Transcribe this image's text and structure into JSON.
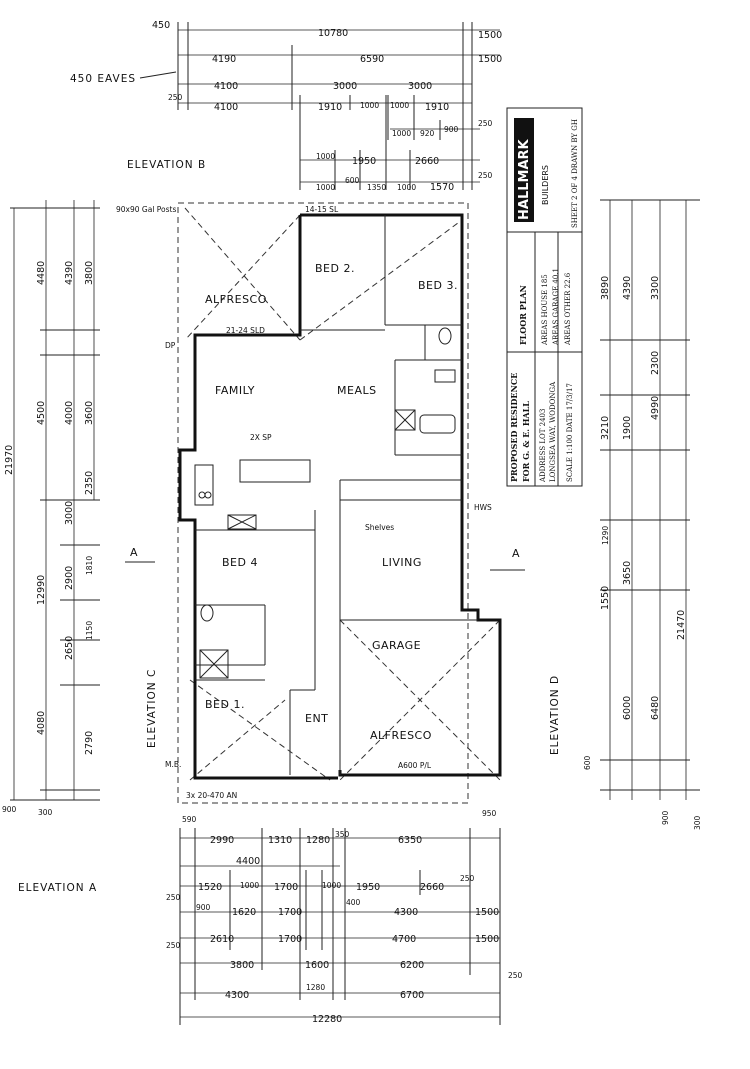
{
  "rooms": {
    "alfresco_rear": "ALFRESCO",
    "bed2": "BED 2.",
    "bed3": "BED 3.",
    "family": "FAMILY",
    "meals": "MEALS",
    "bed4": "BED 4",
    "living": "LIVING",
    "garage": "GARAGE",
    "bed1": "BED 1.",
    "ent": "ENT",
    "alfresco_front": "ALFRESCO"
  },
  "elevations": {
    "a": "ELEVATION A",
    "b": "ELEVATION B",
    "c": "ELEVATION C",
    "d": "ELEVATION D",
    "section_left": "A",
    "section_right": "A"
  },
  "notes": {
    "eaves": "450 EAVES",
    "posts": "90x90 Gal Posts",
    "sd_top": "21-24 SLD",
    "dp": "DP",
    "sl_top": "14-15 SL",
    "sp": "2X SP",
    "shelves": "Shelves",
    "pl": "A600 P/L",
    "an_bottom": "3x 20-470 AN",
    "mb": "M.B.",
    "hws": "HWS"
  },
  "title_block": {
    "brand": "HALLMARK",
    "brand_sub": "BUILDERS",
    "sheet_title": "FLOOR PLAN",
    "project_line1": "PROPOSED RESIDENCE",
    "project_line2": "FOR G. & E. HALL",
    "address_line1": "ADDRESS  LOT 2403",
    "address_line2": "LONGSEA WAY, WODONGA",
    "scale_date": "SCALE 1:100   DATE 17/3/17",
    "areas_house": "AREAS HOUSE  185",
    "areas_garage": "AREAS GARAGE  40.1",
    "areas_other": "AREAS OTHER  22.6",
    "sheet": "SHEET 2 OF 4   DRAWN BY GH"
  },
  "dims_top": {
    "r0": [
      "450",
      "10780",
      "1500"
    ],
    "r1": [
      "4190",
      "6590",
      "1500"
    ],
    "r2": [
      "4100",
      "3000",
      "3000"
    ],
    "r3": [
      "250",
      "4100",
      "1910",
      "1000",
      "1000",
      "1910",
      "250"
    ],
    "r4": [
      "1000",
      "920",
      "900"
    ],
    "r5": [
      "1000",
      "1950",
      "2660"
    ],
    "r6": [
      "1000",
      "600",
      "1350",
      "1000",
      "1570",
      "250"
    ]
  },
  "dims_bottom": {
    "r0": [
      "590",
      "2990",
      "1310",
      "1280",
      "350",
      "6350",
      "950"
    ],
    "r1": [
      "4400"
    ],
    "r2": [
      "1520",
      "1000",
      "1700",
      "1000",
      "1950",
      "2660",
      "250"
    ],
    "r3": [
      "250",
      "900",
      "1620",
      "1700",
      "400",
      "4300",
      "1500"
    ],
    "r4": [
      "250",
      "2610",
      "1700",
      "4700",
      "1500"
    ],
    "r5": [
      "3800",
      "1600",
      "6200",
      "250"
    ],
    "r6": [
      "4300",
      "1280",
      "6700"
    ],
    "r7": [
      "12280"
    ]
  },
  "dims_left": [
    "21970",
    "4480",
    "4390",
    "3800",
    "4500",
    "4000",
    "3600",
    "12990",
    "3000",
    "2350",
    "2900",
    "1810",
    "2650",
    "1150",
    "4080",
    "2790",
    "300",
    "900"
  ],
  "dims_right": [
    "21470",
    "4990",
    "4390",
    "3890",
    "3300",
    "3210",
    "1900",
    "2300",
    "3650",
    "1550",
    "1290",
    "6480",
    "6000",
    "600",
    "900",
    "300"
  ]
}
